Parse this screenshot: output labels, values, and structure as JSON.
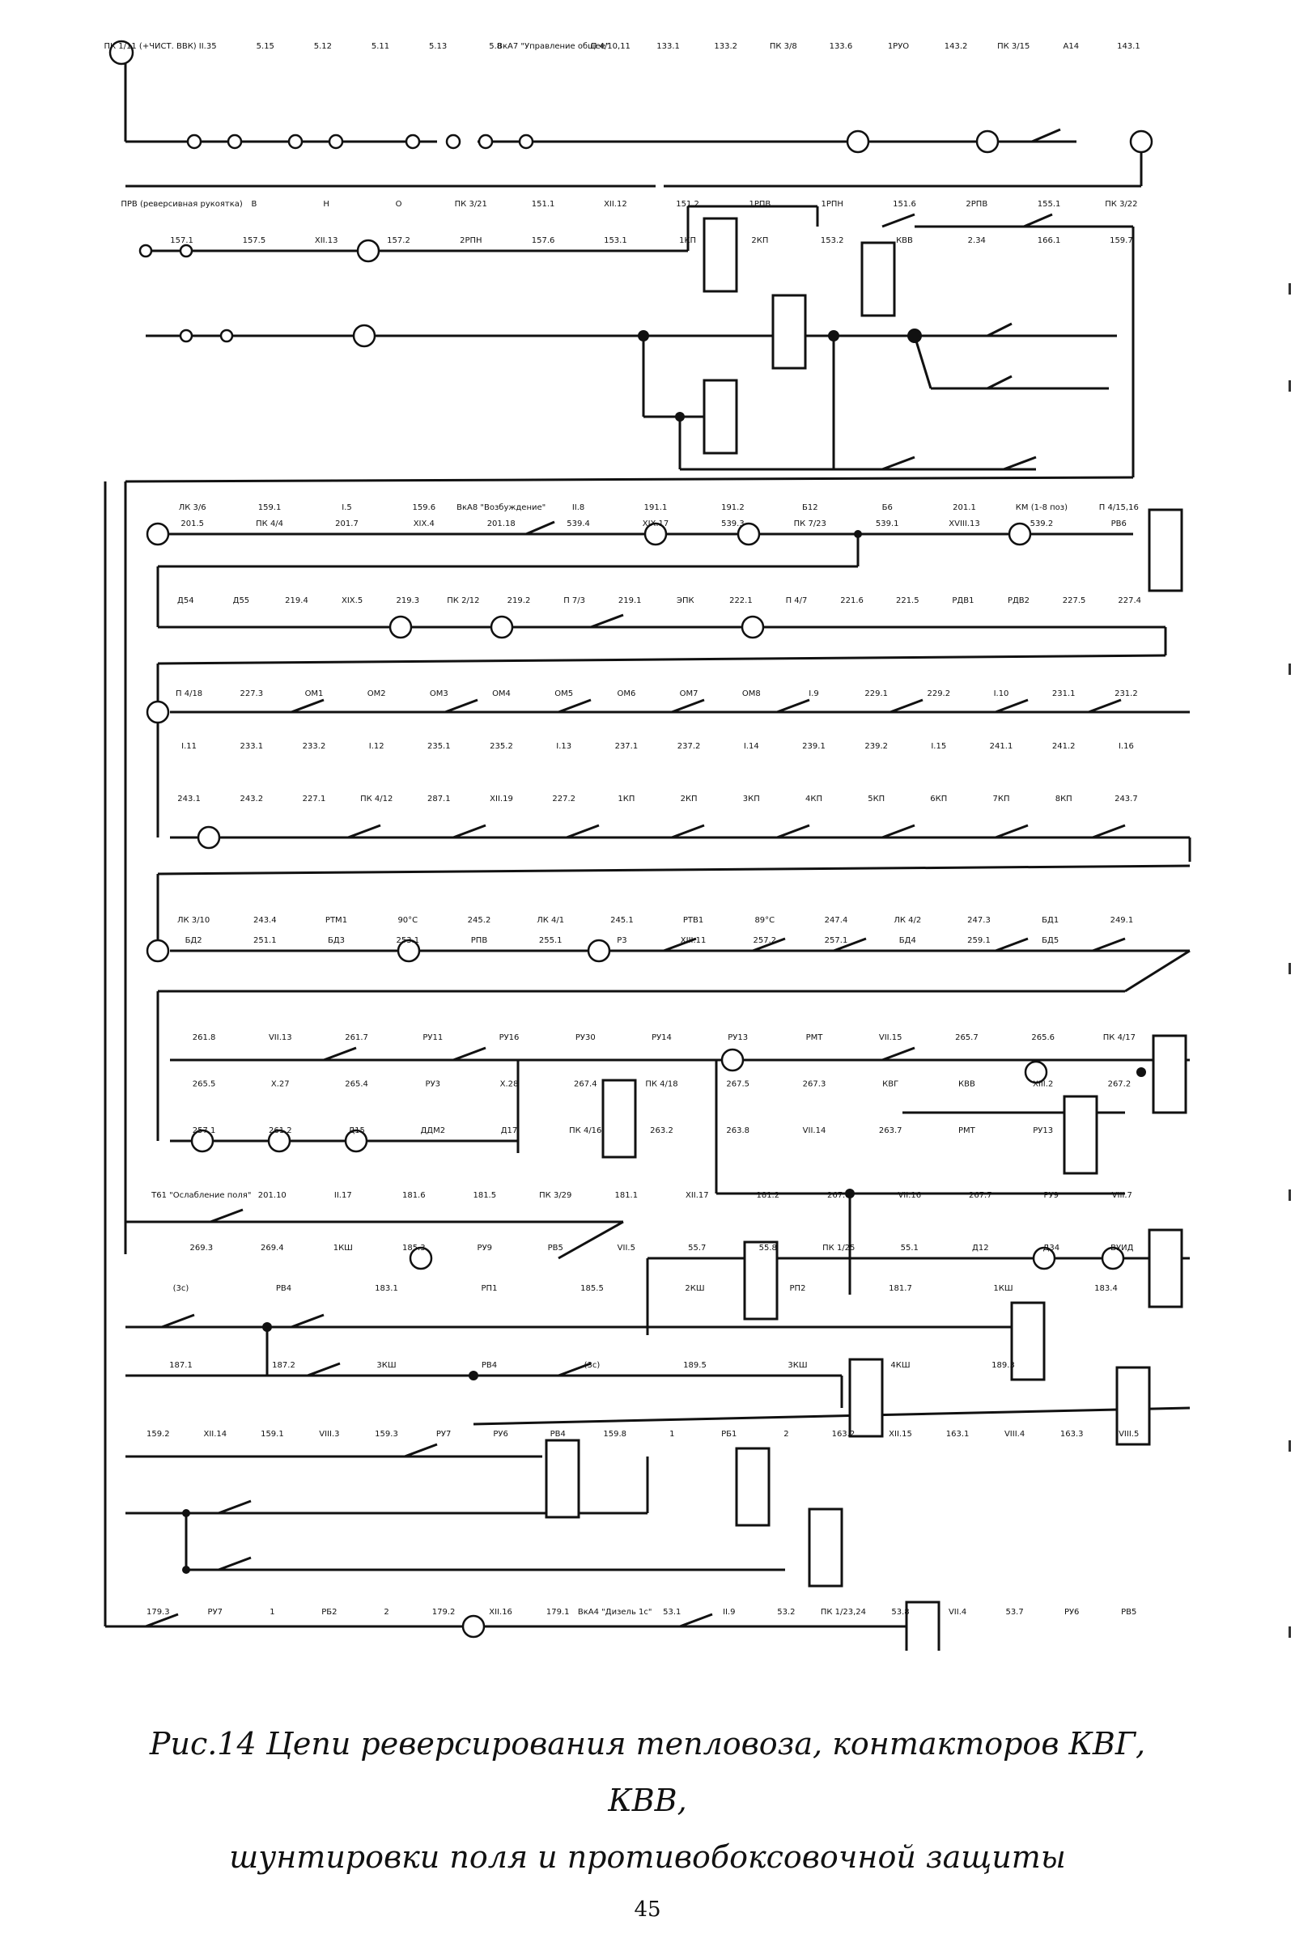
{
  "title": "Рис.14 Цепи реверсирования тепловоза, контакторов КВГ, КВВ,",
  "subtitle": "шунтировки поля и противобоксовочной защиты",
  "page_number": "45",
  "rungs": [
    {
      "id": "r1",
      "labels": [
        "ПК 1/11 (+ЧИСТ. ВВК)",
        "II.35",
        "5.15",
        "5.12",
        "5.11",
        "5.13",
        "5.8",
        "ВкА7 \"Управление общее\"",
        "П 4/10,11",
        "133.1",
        "133.2",
        "ПК 3/8",
        "133.6",
        "1РУО",
        "143.2",
        "ПК 3/15",
        "А14",
        "143.1"
      ]
    },
    {
      "id": "r2",
      "labels": [
        "ПРВ (реверсивная рукоятка)",
        "В",
        "Н",
        "О",
        "ПК 3/21",
        "151.1",
        "XII.12",
        "151.2",
        "1РПВ",
        "1РПН",
        "151.6",
        "2РПВ",
        "155.1",
        "ПК 3/22",
        "157.1",
        "157.5",
        "XII.13",
        "157.2",
        "2РПН",
        "157.6",
        "153.1",
        "1КП",
        "2КП",
        "153.2",
        "КВВ",
        "2.34",
        "166.1",
        "159.7"
      ]
    },
    {
      "id": "r3",
      "labels": [
        "ЛК 3/6",
        "159.1",
        "I.5",
        "159.6",
        "ВкА8 \"Возбуждение\"",
        "II.8",
        "191.1",
        "191.2",
        "Б12",
        "Б6",
        "201.1",
        "КМ (1-8 поз)",
        "П 4/15,16",
        "201.5",
        "ПК 4/4",
        "201.7",
        "XIX.4",
        "201.18",
        "539.4",
        "XIX.17",
        "539.3",
        "ПК 7/23",
        "539.1",
        "XVIII.13",
        "539.2",
        "РВ6"
      ]
    },
    {
      "id": "r4",
      "labels": [
        "Д54",
        "Д55",
        "219.4",
        "XIX.5",
        "219.3",
        "ПК 2/12",
        "219.2",
        "П 7/3",
        "219.1",
        "ЭПК",
        "222.1",
        "П 4/7",
        "221.6",
        "221.5",
        "РДВ1",
        "РДВ2",
        "227.5",
        "227.4"
      ]
    },
    {
      "id": "r5",
      "labels": [
        "П 4/18",
        "227.3",
        "ОМ1",
        "ОМ2",
        "ОМ3",
        "ОМ4",
        "ОМ5",
        "ОМ6",
        "ОМ7",
        "ОМ8",
        "I.9",
        "229.1",
        "229.2",
        "I.10",
        "231.1",
        "231.2",
        "I.11",
        "233.1",
        "233.2",
        "I.12",
        "235.1",
        "235.2",
        "I.13",
        "237.1",
        "237.2",
        "I.14",
        "239.1",
        "239.2",
        "I.15",
        "241.1",
        "241.2",
        "I.16",
        "243.1",
        "243.2",
        "227.1",
        "ПК 4/12",
        "287.1",
        "XII.19",
        "227.2",
        "1КП",
        "2КП",
        "3КП",
        "4КП",
        "5КП",
        "6КП",
        "7КП",
        "8КП",
        "243.7"
      ]
    },
    {
      "id": "r6",
      "labels": [
        "ЛК 3/10",
        "243.4",
        "РТМ1",
        "90°С",
        "245.2",
        "ЛК 4/1",
        "245.1",
        "РТВ1",
        "89°С",
        "247.4",
        "ЛК 4/2",
        "247.3",
        "БД1",
        "249.1",
        "БД2",
        "251.1",
        "БД3",
        "253.1",
        "РПВ",
        "255.1",
        "Р3",
        "XIII.11",
        "257.2",
        "257.1",
        "БД4",
        "259.1",
        "БД5"
      ]
    },
    {
      "id": "r7",
      "labels": [
        "261.8",
        "VII.13",
        "261.7",
        "РУ11",
        "РУ16",
        "РУ30",
        "РУ14",
        "РУ13",
        "РМТ",
        "VII.15",
        "265.7",
        "265.6",
        "ПК 4/17",
        "265.5",
        "X.27",
        "265.4",
        "РУ3",
        "X.28",
        "267.4",
        "ПК 4/18",
        "267.5",
        "267.3",
        "КВГ",
        "КВВ",
        "XIII.2",
        "267.2",
        "257.1",
        "261.2",
        "Д15",
        "ДДМ2",
        "Д17",
        "ПК 4/16",
        "263.2",
        "263.8",
        "VII.14",
        "263.7",
        "РМТ",
        "РУ13"
      ]
    },
    {
      "id": "r8",
      "labels": [
        "Т61 \"Ослабление поля\"",
        "201.10",
        "II.17",
        "181.6",
        "181.5",
        "ПК 3/29",
        "181.1",
        "XII.17",
        "181.2",
        "267.8",
        "VII.16",
        "267.7",
        "РУ9",
        "VIII.7",
        "269.3",
        "269.4",
        "1КШ",
        "185.3",
        "РУ9",
        "РВ5",
        "VII.5",
        "55.7",
        "55.8",
        "ПК 1/25",
        "55.1",
        "Д12",
        "Д34",
        "ВУИД"
      ]
    },
    {
      "id": "r9",
      "labels": [
        "(3с)",
        "РВ4",
        "183.1",
        "РП1",
        "185.5",
        "2КШ",
        "РП2",
        "181.7",
        "1КШ",
        "183.4",
        "187.1",
        "187.2",
        "3КШ",
        "РВ4",
        "(3с)",
        "189.5",
        "3КШ",
        "4КШ",
        "189.3"
      ]
    },
    {
      "id": "r10",
      "labels": [
        "159.2",
        "XII.14",
        "159.1",
        "VIII.3",
        "159.3",
        "РУ7",
        "РУ6",
        "РВ4",
        "159.8",
        "1",
        "РБ1",
        "2",
        "163.2",
        "XII.15",
        "163.1",
        "VIII.4",
        "163.3",
        "VIII.5",
        "179.3",
        "РУ7",
        "1",
        "РБ2",
        "2",
        "179.2",
        "XII.16",
        "179.1",
        "ВкА4 \"Дизель 1с\"",
        "53.1",
        "II.9",
        "53.2",
        "ПК 1/23,24",
        "53.8",
        "VII.4",
        "53.7",
        "РУ6",
        "РВ5"
      ]
    }
  ]
}
